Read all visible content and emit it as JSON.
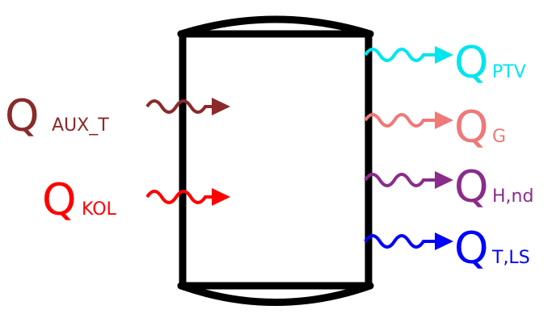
{
  "diagram": {
    "colors": {
      "tank": "#000000",
      "q_aux": "#8b2a2a",
      "q_kol": "#ff0000",
      "q_ptv": "#00e5ee",
      "q_g": "#f07878",
      "q_hnd": "#8b2c8b",
      "q_tls": "#0000ff"
    },
    "labels": {
      "q_aux_t": {
        "main": "Q",
        "sub": "AUX_T"
      },
      "q_kol": {
        "main": "Q",
        "sub": "KOL"
      },
      "q_ptv": {
        "main": "Q",
        "sub": "PTV"
      },
      "q_g": {
        "main": "Q",
        "sub": "G"
      },
      "q_hnd": {
        "main": "Q",
        "sub": "H,nd"
      },
      "q_tls": {
        "main": "Q",
        "sub": "T,LS"
      }
    }
  }
}
